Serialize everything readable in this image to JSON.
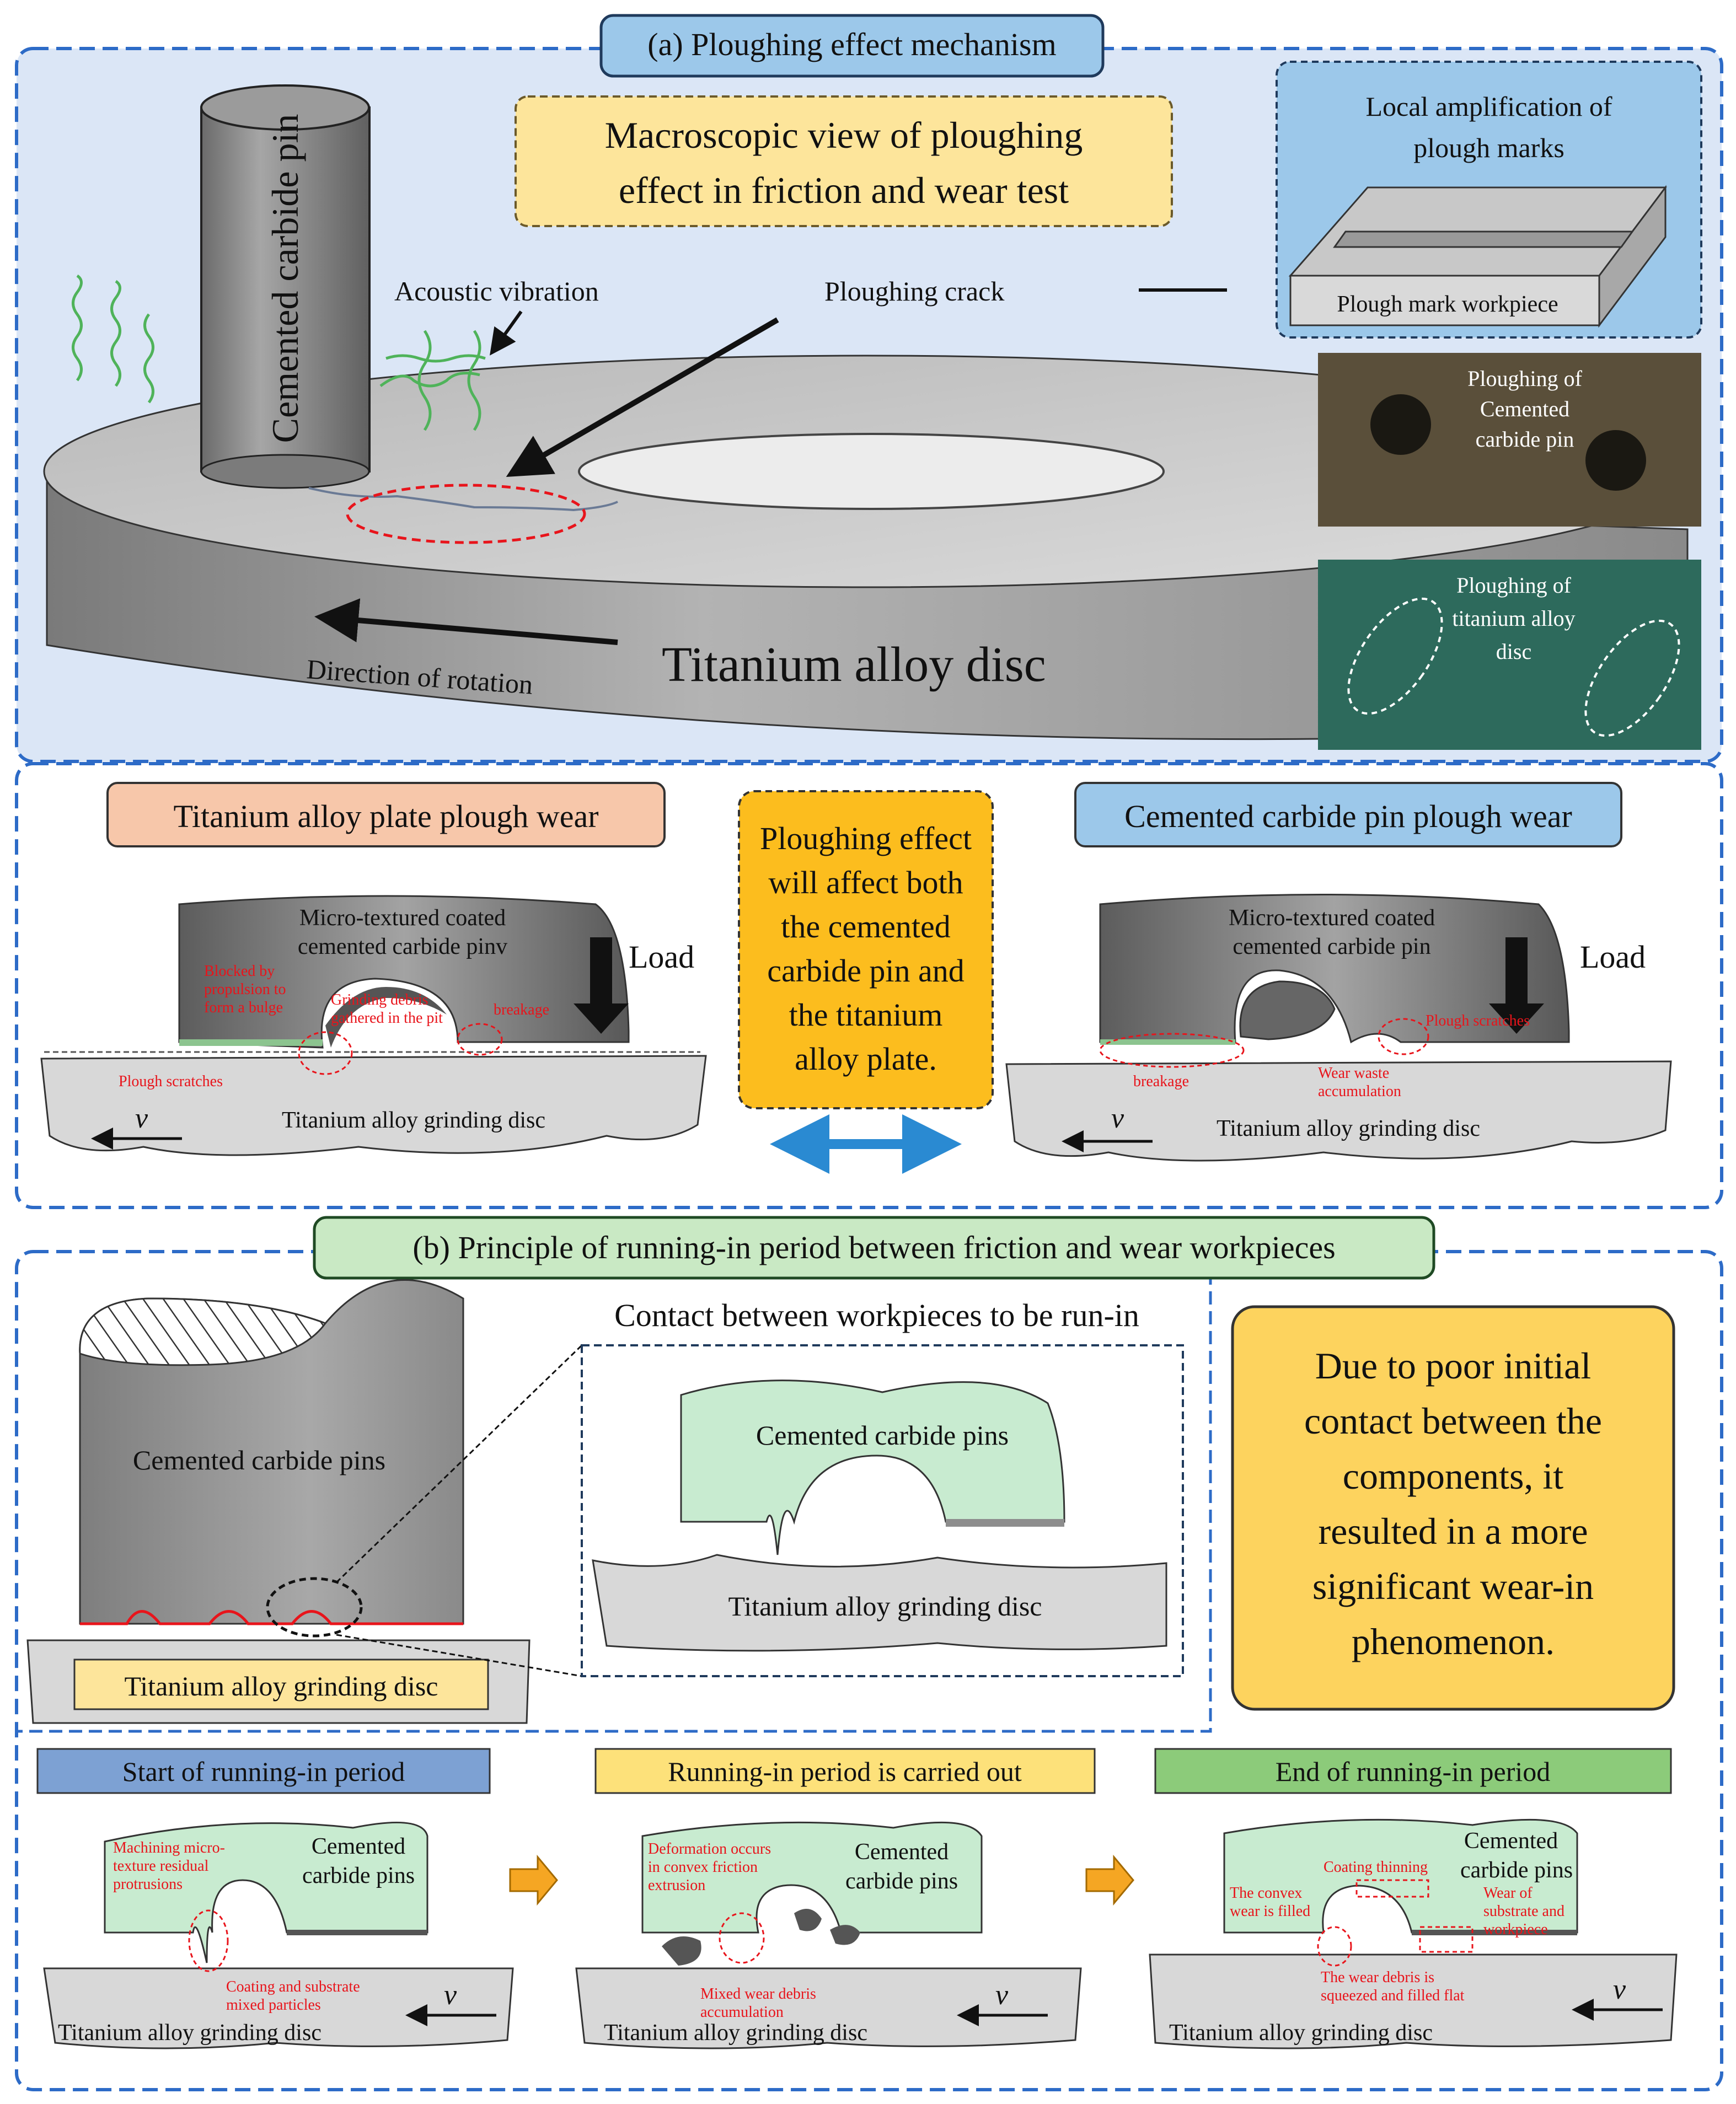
{
  "section_a": {
    "title": "(a)  Ploughing effect mechanism",
    "macro_title": [
      "Macroscopic view of ploughing",
      "effect in friction and wear test"
    ],
    "pin_label": "Cemented carbide pin",
    "acoustic_label": "Acoustic vibration",
    "crack_label": "Ploughing crack",
    "disc_label": "Titanium alloy disc",
    "rotation_label": "Direction of rotation",
    "local_amp_title": [
      "Local amplification of",
      "plough marks"
    ],
    "workpiece_label": "Plough mark workpiece",
    "photo1_label": [
      "Ploughing of",
      "Cemented",
      "carbide pin"
    ],
    "photo2_label": [
      "Ploughing of",
      "titanium alloy",
      "disc"
    ]
  },
  "wear_panel": {
    "left_title": "Titanium alloy plate plough wear",
    "right_title": "Cemented carbide pin plough wear",
    "center_note": [
      "Ploughing effect",
      "will affect both",
      "the cemented",
      "carbide pin and",
      "the titanium",
      "alloy plate."
    ],
    "left_pin_label": [
      "Micro-textured coated",
      "cemented carbide pinv"
    ],
    "right_pin_label": [
      "Micro-textured coated",
      "cemented carbide pin"
    ],
    "load_label": "Load",
    "disc_label": "Titanium alloy grinding disc",
    "velocity_symbol": "v",
    "left_annotations": {
      "bulge": [
        "Blocked by",
        "propulsion to",
        "form a bulge"
      ],
      "debris": [
        "Grinding debris",
        "gathered in the pit"
      ],
      "breakage": "breakage",
      "scratches": "Plough scratches"
    },
    "right_annotations": {
      "breakage": "breakage",
      "waste": [
        "Wear waste",
        "accumulation"
      ],
      "scratches": "Plough scratches"
    }
  },
  "section_b": {
    "title": "(b)  Principle of running-in period between friction and wear workpieces",
    "contact_title": "Contact between workpieces to be run-in",
    "pins_label": "Cemented carbide pins",
    "disc_label": "Titanium alloy grinding disc",
    "note": [
      "Due to poor initial",
      "contact between the",
      "components, it",
      "resulted in a more",
      "significant wear-in",
      "phenomenon."
    ]
  },
  "stages": [
    {
      "title": "Start of running-in period",
      "title_color": "#7da1d3",
      "pin_label": [
        "Cemented",
        "carbide pins"
      ],
      "annotations": [
        [
          "Machining micro-",
          "texture residual",
          "protrusions"
        ],
        [
          "Coating and substrate",
          "mixed particles"
        ]
      ]
    },
    {
      "title": "Running-in period is carried out",
      "title_color": "#fde17a",
      "pin_label": [
        "Cemented",
        "carbide pins"
      ],
      "annotations": [
        [
          "Deformation occurs",
          "in convex friction",
          "extrusion"
        ],
        [
          "Mixed wear debris",
          "accumulation"
        ]
      ]
    },
    {
      "title": "End of running-in period",
      "title_color": "#8ccb7a",
      "pin_label": [
        "Cemented",
        "carbide pins"
      ],
      "annotations": [
        [
          "Coating thinning"
        ],
        [
          "The convex",
          "wear is filled"
        ],
        [
          "Wear of",
          "substrate and",
          "workpiece"
        ],
        [
          "The wear debris is",
          "squeezed and filled flat"
        ]
      ]
    }
  ],
  "stage_disc_label": "Titanium alloy grinding disc",
  "stage_velocity_symbol": "v",
  "colors": {
    "frame_blue": "#2d6bc7",
    "panel_a_bg": "#dbe6f6",
    "title_blue": "#9cc8ea",
    "title_orange": "#f7c7aa",
    "title_green": "#c9e9c4",
    "note_yellow": "#fde59b",
    "note_orange": "#fcbd1e",
    "note_gold": "#fdd35e",
    "pin_gray": "#8d8d8d",
    "pin_green": "#c8ebd0",
    "disc_gray": "#d8d8d8",
    "annotation_red": "#e8141b",
    "arrow_orange": "#f5a623",
    "double_arrow_blue": "#2a8ad2"
  }
}
